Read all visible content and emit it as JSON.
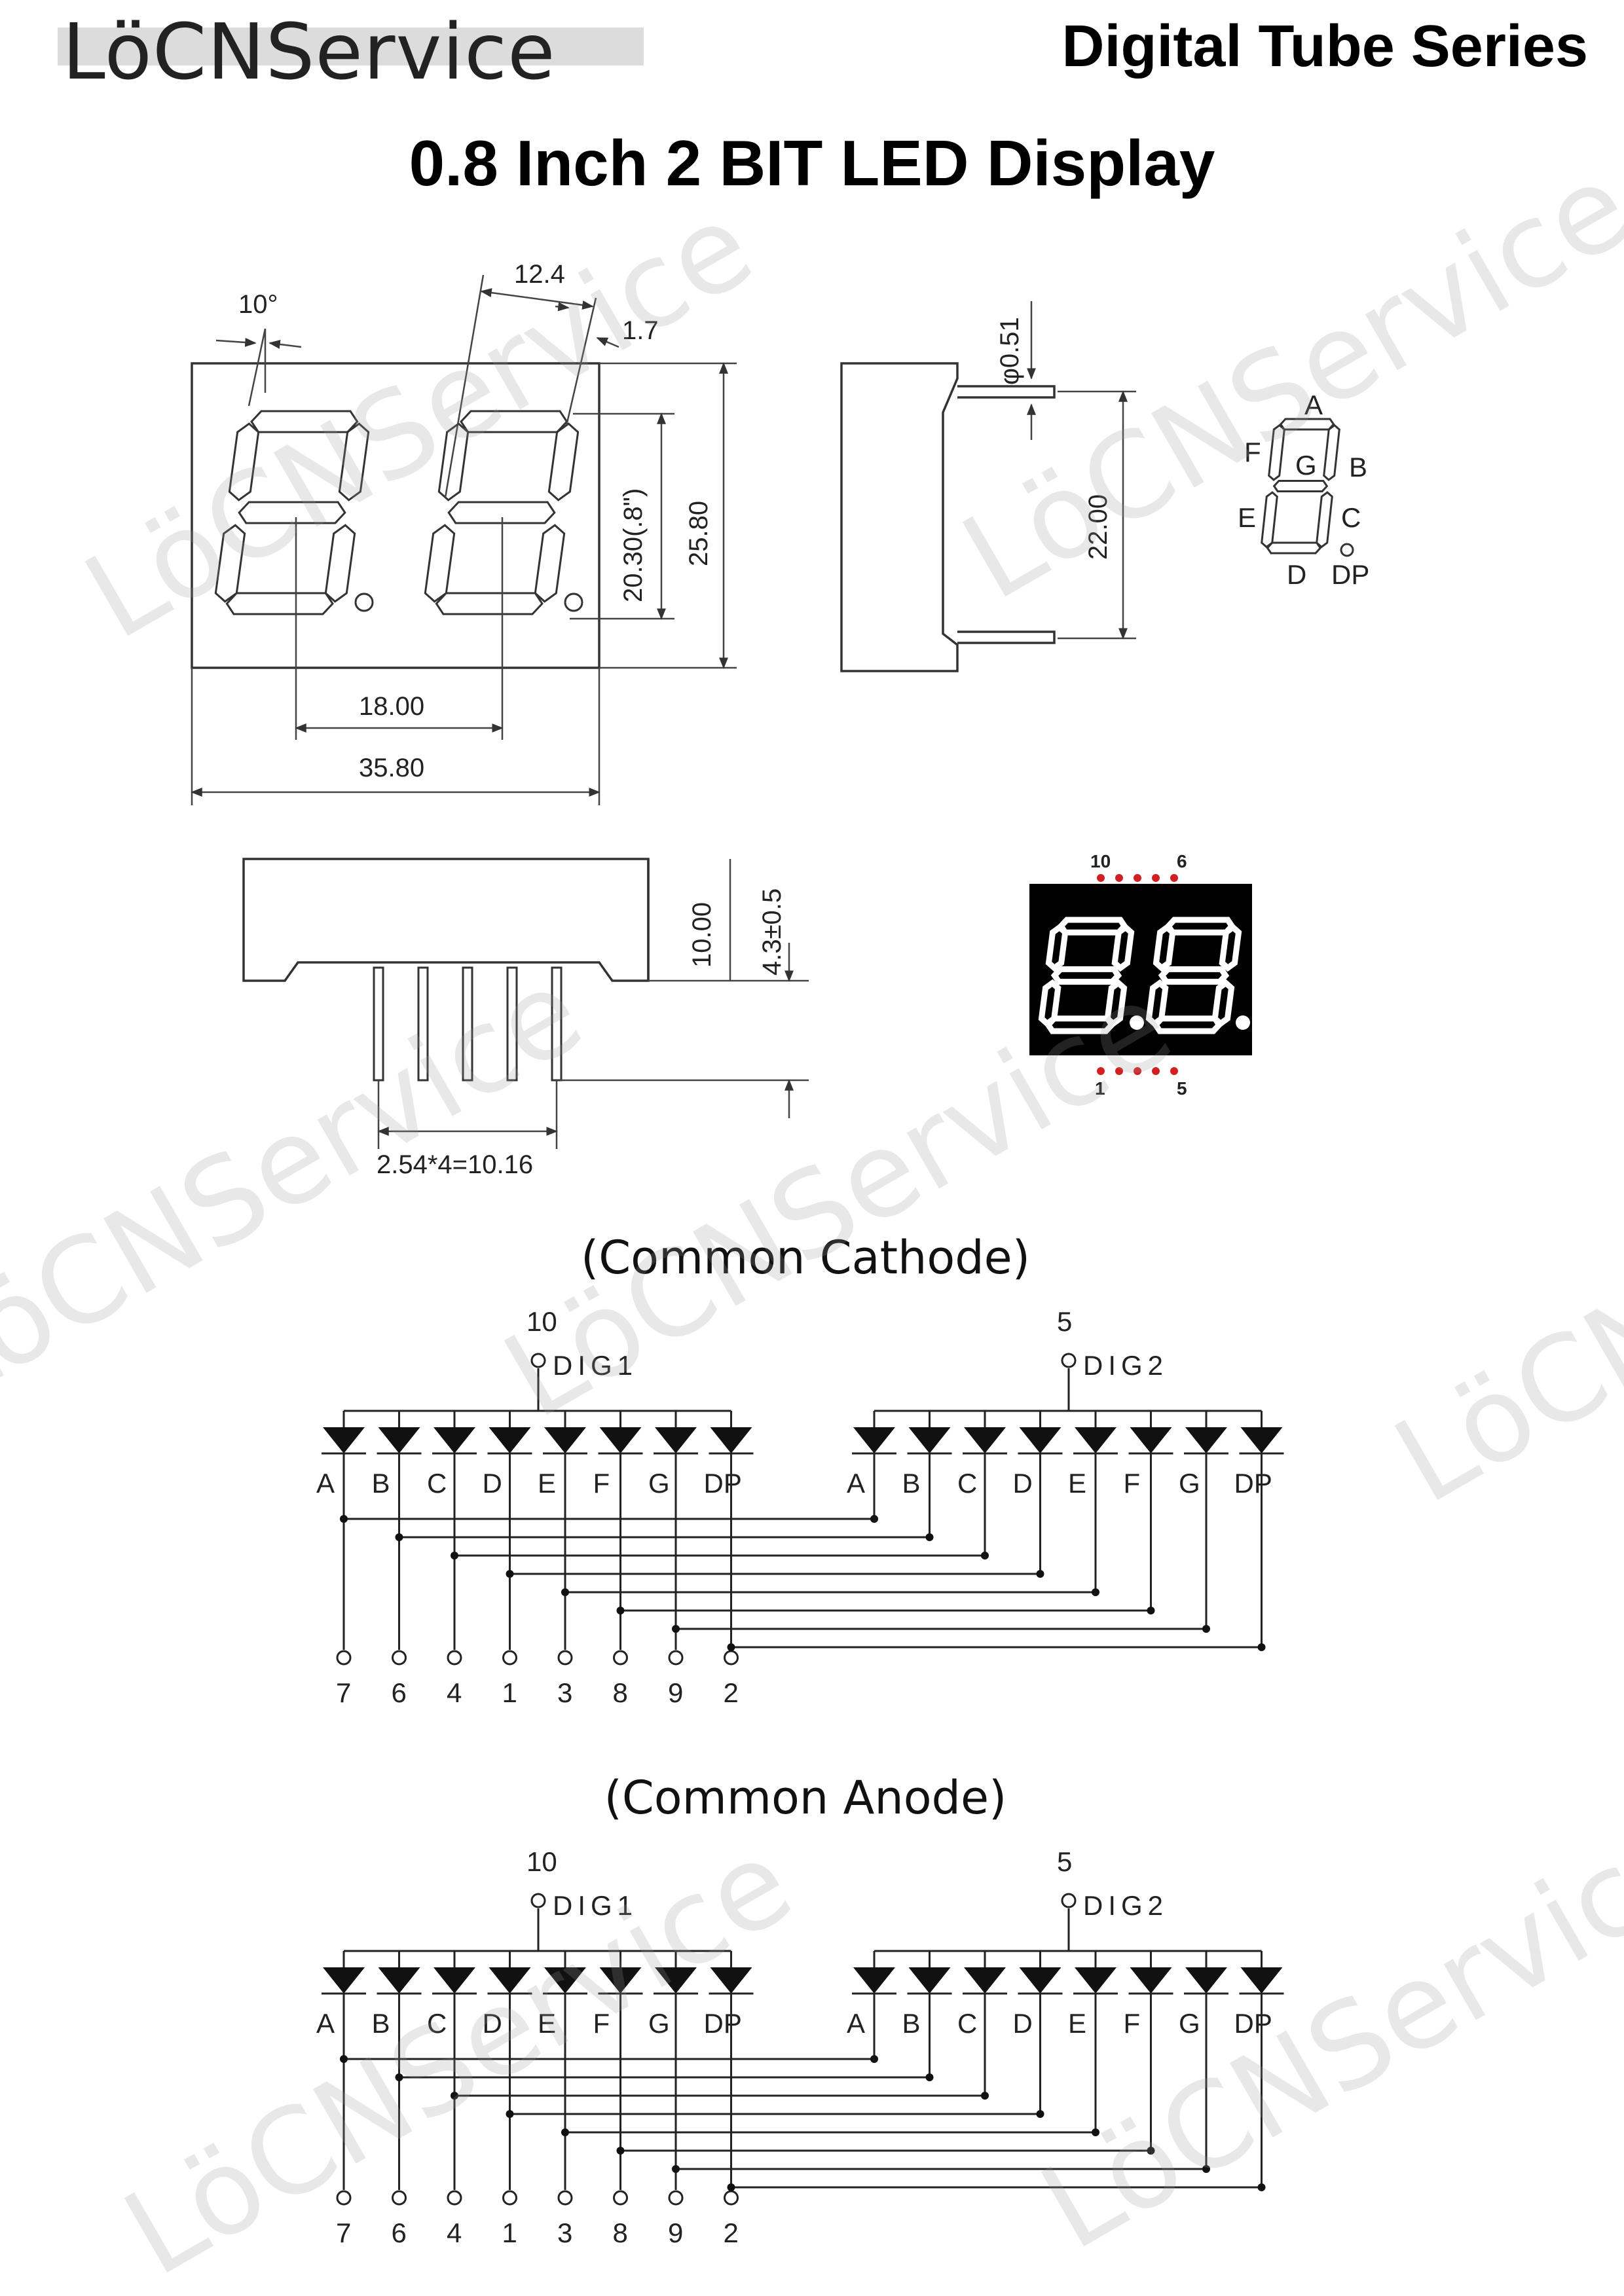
{
  "header": {
    "brand": "LöCNService",
    "series": "Digital Tube Series",
    "title": "0.8 Inch 2 BIT LED Display"
  },
  "dimensions": {
    "angle": "10°",
    "seg_width": "12.4",
    "seg_offset": "1.7",
    "digit_height": "20.30(.8\")",
    "body_height": "25.80",
    "digit_pitch": "18.00",
    "body_width": "35.80",
    "pin_diameter": "φ0.51",
    "pin_row_spacing": "22.00",
    "body_depth": "10.00",
    "pin_length": "4.3±0.5",
    "pin_pitch": "2.54*4=10.16"
  },
  "segment_legend": [
    "A",
    "B",
    "C",
    "D",
    "E",
    "F",
    "G",
    "DP"
  ],
  "pin_markers": {
    "top_left": "10",
    "top_right": "6",
    "bottom_left": "1",
    "bottom_right": "5"
  },
  "schematics": [
    {
      "caption": "(Common Cathode)",
      "dig1_pin": "10",
      "dig1_label": "DIG1",
      "dig2_pin": "5",
      "dig2_label": "DIG2",
      "segments": [
        "A",
        "B",
        "C",
        "D",
        "E",
        "F",
        "G",
        "DP"
      ],
      "pins": [
        "7",
        "6",
        "4",
        "1",
        "3",
        "8",
        "9",
        "2"
      ]
    },
    {
      "caption": "(Common Anode)",
      "dig1_pin": "10",
      "dig1_label": "DIG1",
      "dig2_pin": "5",
      "dig2_label": "DIG2",
      "segments": [
        "A",
        "B",
        "C",
        "D",
        "E",
        "F",
        "G",
        "DP"
      ],
      "pins": [
        "7",
        "6",
        "4",
        "1",
        "3",
        "8",
        "9",
        "2"
      ]
    }
  ],
  "watermark": "LöCNService",
  "colors": {
    "display_face": "#000000",
    "segment_lit": "#ffffff",
    "pin_dot": "#d22020"
  }
}
